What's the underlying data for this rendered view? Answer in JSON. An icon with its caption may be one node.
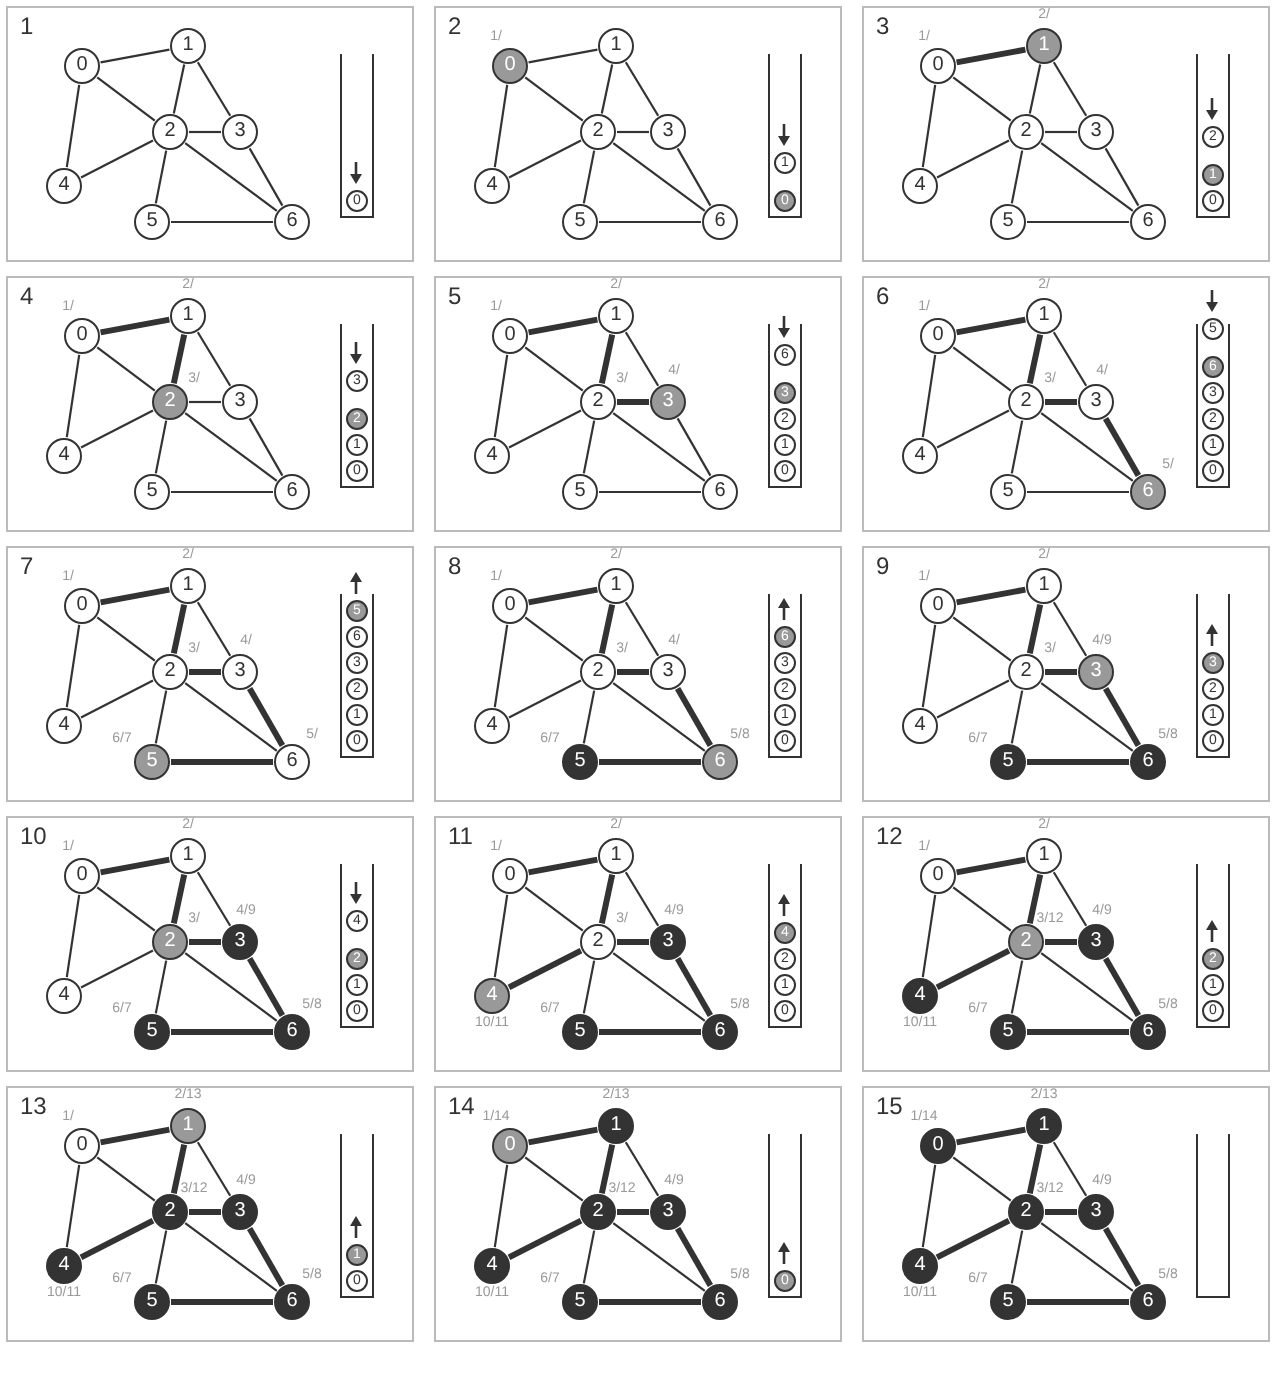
{
  "diagram": {
    "nodes": [
      {
        "text": [
          "1"
        ]
      },
      {
        "text": [
          "0"
        ],
        "in": 0
      },
      {
        "text": [
          "1"
        ],
        "in": 0
      },
      {
        "text": [
          "2"
        ],
        "in": 0
      },
      {
        "text": [
          "3"
        ],
        "in": 0
      },
      {
        "text": [
          "4"
        ],
        "in": 0
      },
      {
        "text": [
          "5"
        ],
        "in": 0
      },
      {
        "text": [
          "6"
        ],
        "in": 0
      },
      {
        "text": [],
        "shape": "box",
        "in": 0
      },
      {
        "text": [
          "0"
        ],
        "in": 8
      },
      {
        "text": [
          "2"
        ]
      },
      {
        "text": [
          "0"
        ],
        "in": 10,
        "beside": [
          "1/"
        ]
      },
      {
        "text": [
          "1"
        ],
        "in": 10
      },
      {
        "text": [
          "2"
        ],
        "in": 10
      },
      {
        "text": [
          "3"
        ],
        "in": 10
      },
      {
        "text": [
          "4"
        ],
        "in": 10
      },
      {
        "text": [
          "5"
        ],
        "in": 10
      },
      {
        "text": [
          "6"
        ],
        "in": 10
      },
      {
        "text": [],
        "shape": "box",
        "in": 10
      },
      {
        "text": [
          "1"
        ],
        "in": 18
      },
      {
        "text": [
          "0"
        ],
        "in": 18
      },
      {
        "text": [
          "3"
        ]
      },
      {
        "text": [
          "0"
        ],
        "in": 21,
        "beside": [
          "1/"
        ]
      },
      {
        "text": [
          "1"
        ],
        "in": 21,
        "beside": [
          "2/"
        ]
      },
      {
        "text": [
          "2"
        ],
        "in": 21
      },
      {
        "text": [
          "3"
        ],
        "in": 21
      },
      {
        "text": [
          "4"
        ],
        "in": 21
      },
      {
        "text": [
          "5"
        ],
        "in": 21
      },
      {
        "text": [
          "6"
        ],
        "in": 21
      },
      {
        "text": [],
        "shape": "box",
        "in": 21
      },
      {
        "text": [
          "2"
        ],
        "in": 29
      },
      {
        "text": [
          "1"
        ],
        "in": 29
      },
      {
        "text": [
          "0"
        ],
        "in": 29
      },
      {
        "text": [
          "4"
        ]
      },
      {
        "text": [
          "0"
        ],
        "in": 33,
        "beside": [
          "1/"
        ]
      },
      {
        "text": [
          "1"
        ],
        "in": 33,
        "beside": [
          "2/"
        ]
      },
      {
        "text": [
          "2"
        ],
        "in": 33,
        "beside": [
          "3/"
        ]
      },
      {
        "text": [
          "3"
        ],
        "in": 33
      },
      {
        "text": [
          "4"
        ],
        "in": 33
      },
      {
        "text": [
          "5"
        ],
        "in": 33
      },
      {
        "text": [
          "6"
        ],
        "in": 33
      },
      {
        "text": [],
        "shape": "box",
        "in": 33
      },
      {
        "text": [
          "3"
        ],
        "in": 41
      },
      {
        "text": [
          "2"
        ],
        "in": 41
      },
      {
        "text": [
          "1"
        ],
        "in": 41
      },
      {
        "text": [
          "0"
        ],
        "in": 41
      },
      {
        "text": [
          "5"
        ]
      },
      {
        "text": [
          "0"
        ],
        "in": 46,
        "beside": [
          "1/"
        ]
      },
      {
        "text": [
          "1"
        ],
        "in": 46,
        "beside": [
          "2/"
        ]
      },
      {
        "text": [
          "2"
        ],
        "in": 46,
        "beside": [
          "3/"
        ]
      },
      {
        "text": [
          "3"
        ],
        "in": 46,
        "beside": [
          "4/"
        ]
      },
      {
        "text": [
          "4"
        ],
        "in": 46
      },
      {
        "text": [
          "5"
        ],
        "in": 46
      },
      {
        "text": [
          "6"
        ],
        "in": 46
      },
      {
        "text": [],
        "shape": "box",
        "in": 46
      },
      {
        "text": [
          "6"
        ],
        "in": 54
      },
      {
        "text": [
          "3"
        ],
        "in": 54
      },
      {
        "text": [
          "2"
        ],
        "in": 54
      },
      {
        "text": [
          "1"
        ],
        "in": 54
      },
      {
        "text": [
          "0"
        ],
        "in": 54
      },
      {
        "text": [
          "6"
        ]
      },
      {
        "text": [
          "0"
        ],
        "in": 60,
        "beside": [
          "1/"
        ]
      },
      {
        "text": [
          "1"
        ],
        "in": 60,
        "beside": [
          "2/"
        ]
      },
      {
        "text": [
          "2"
        ],
        "in": 60,
        "beside": [
          "3/"
        ]
      },
      {
        "text": [
          "3"
        ],
        "in": 60,
        "beside": [
          "4/"
        ]
      },
      {
        "text": [
          "4"
        ],
        "in": 60
      },
      {
        "text": [
          "5"
        ],
        "in": 60
      },
      {
        "text": [
          "6"
        ],
        "in": 60,
        "beside": [
          "5/"
        ]
      },
      {
        "text": [],
        "shape": "box",
        "in": 60
      },
      {
        "text": [
          "5"
        ],
        "in": 68
      },
      {
        "text": [
          "6"
        ],
        "in": 68
      },
      {
        "text": [
          "3"
        ],
        "in": 68
      },
      {
        "text": [
          "2"
        ],
        "in": 68
      },
      {
        "text": [
          "1"
        ],
        "in": 68
      },
      {
        "text": [
          "0"
        ],
        "in": 68
      },
      {
        "text": [
          "7"
        ]
      },
      {
        "text": [
          "0"
        ],
        "in": 75,
        "beside": [
          "1/"
        ]
      },
      {
        "text": [
          "1"
        ],
        "in": 75,
        "beside": [
          "2/"
        ]
      },
      {
        "text": [
          "2"
        ],
        "in": 75,
        "beside": [
          "3/"
        ]
      },
      {
        "text": [
          "3"
        ],
        "in": 75,
        "beside": [
          "4/"
        ]
      },
      {
        "text": [
          "4"
        ],
        "in": 75
      },
      {
        "text": [
          "5"
        ],
        "in": 75,
        "beside": [
          "6/7"
        ]
      },
      {
        "text": [
          "6"
        ],
        "in": 75,
        "beside": [
          "5/"
        ]
      },
      {
        "text": [],
        "shape": "box",
        "in": 75
      },
      {
        "text": [
          "5"
        ],
        "in": 83
      },
      {
        "text": [
          "6"
        ],
        "in": 83
      },
      {
        "text": [
          "3"
        ],
        "in": 83
      },
      {
        "text": [
          "2"
        ],
        "in": 83
      },
      {
        "text": [
          "1"
        ],
        "in": 83
      },
      {
        "text": [
          "0"
        ],
        "in": 83
      },
      {
        "text": [
          "8"
        ]
      },
      {
        "text": [
          "0"
        ],
        "in": 90,
        "beside": [
          "1/"
        ]
      },
      {
        "text": [
          "1"
        ],
        "in": 90,
        "beside": [
          "2/"
        ]
      },
      {
        "text": [
          "2"
        ],
        "in": 90,
        "beside": [
          "3/"
        ]
      },
      {
        "text": [
          "3"
        ],
        "in": 90,
        "beside": [
          "4/"
        ]
      },
      {
        "text": [
          "4"
        ],
        "in": 90
      },
      {
        "text": [
          "5"
        ],
        "in": 90,
        "beside": [
          "6/7"
        ]
      },
      {
        "text": [
          "6"
        ],
        "in": 90,
        "beside": [
          "5/8"
        ]
      },
      {
        "text": [],
        "shape": "box",
        "in": 90
      },
      {
        "text": [
          "6"
        ],
        "in": 98
      },
      {
        "text": [
          "3"
        ],
        "in": 98
      },
      {
        "text": [
          "2"
        ],
        "in": 98
      },
      {
        "text": [
          "1"
        ],
        "in": 98
      },
      {
        "text": [
          "0"
        ],
        "in": 98
      },
      {
        "text": [
          "9"
        ]
      },
      {
        "text": [
          "0"
        ],
        "in": 104,
        "beside": [
          "1/"
        ]
      },
      {
        "text": [
          "1"
        ],
        "in": 104,
        "beside": [
          "2/"
        ]
      },
      {
        "text": [
          "2"
        ],
        "in": 104,
        "beside": [
          "3/"
        ]
      },
      {
        "text": [
          "3"
        ],
        "in": 104,
        "beside": [
          "4/9"
        ]
      },
      {
        "text": [
          "4"
        ],
        "in": 104
      },
      {
        "text": [
          "5"
        ],
        "in": 104,
        "beside": [
          "6/7"
        ]
      },
      {
        "text": [
          "6"
        ],
        "in": 104,
        "beside": [
          "5/8"
        ]
      },
      {
        "text": [],
        "shape": "box",
        "in": 104
      },
      {
        "text": [
          "3"
        ],
        "in": 112
      },
      {
        "text": [
          "2"
        ],
        "in": 112
      },
      {
        "text": [
          "1"
        ],
        "in": 112
      },
      {
        "text": [
          "0"
        ],
        "in": 112
      },
      {
        "text": [
          "10"
        ]
      },
      {
        "text": [
          "0"
        ],
        "in": 117,
        "beside": [
          "1/"
        ]
      },
      {
        "text": [
          "1"
        ],
        "in": 117,
        "beside": [
          "2/"
        ]
      },
      {
        "text": [
          "2"
        ],
        "in": 117,
        "beside": [
          "3/"
        ]
      },
      {
        "text": [
          "3"
        ],
        "in": 117,
        "beside": [
          "4/9"
        ]
      },
      {
        "text": [
          "4"
        ],
        "in": 117
      },
      {
        "text": [
          "5"
        ],
        "in": 117,
        "beside": [
          "6/7"
        ]
      },
      {
        "text": [
          "6"
        ],
        "in": 117,
        "beside": [
          "5/8"
        ]
      },
      {
        "text": [],
        "shape": "box",
        "in": 117
      },
      {
        "text": [
          "4"
        ],
        "in": 125
      },
      {
        "text": [
          "2"
        ],
        "in": 125
      },
      {
        "text": [
          "1"
        ],
        "in": 125
      },
      {
        "text": [
          "0"
        ],
        "in": 125
      },
      {
        "text": [
          "11"
        ]
      },
      {
        "text": [
          "0"
        ],
        "in": 130,
        "beside": [
          "1/"
        ]
      },
      {
        "text": [
          "1"
        ],
        "in": 130,
        "beside": [
          "2/"
        ]
      },
      {
        "text": [
          "2"
        ],
        "in": 130,
        "beside": [
          "3/"
        ]
      },
      {
        "text": [
          "3"
        ],
        "in": 130,
        "beside": [
          "4/9"
        ]
      },
      {
        "text": [
          "4"
        ],
        "in": 130,
        "beside": [
          "10/11"
        ]
      },
      {
        "text": [
          "5"
        ],
        "in": 130,
        "beside": [
          "6/7"
        ]
      },
      {
        "text": [
          "6"
        ],
        "in": 130,
        "beside": [
          "5/8"
        ]
      },
      {
        "text": [],
        "shape": "box",
        "in": 130
      },
      {
        "text": [
          "4"
        ],
        "in": 138
      },
      {
        "text": [
          "2"
        ],
        "in": 138
      },
      {
        "text": [
          "1"
        ],
        "in": 138
      },
      {
        "text": [
          "0"
        ],
        "in": 138
      },
      {
        "text": [
          "12"
        ]
      },
      {
        "text": [
          "0"
        ],
        "in": 143,
        "beside": [
          "1/"
        ]
      },
      {
        "text": [
          "1"
        ],
        "in": 143,
        "beside": [
          "2/"
        ]
      },
      {
        "text": [
          "2"
        ],
        "in": 143,
        "beside": [
          "3/12"
        ]
      },
      {
        "text": [
          "3"
        ],
        "in": 143,
        "beside": [
          "4/9"
        ]
      },
      {
        "text": [
          "4"
        ],
        "in": 143,
        "beside": [
          "10/11"
        ]
      },
      {
        "text": [
          "5"
        ],
        "in": 143,
        "beside": [
          "6/7"
        ]
      },
      {
        "text": [
          "6"
        ],
        "in": 143,
        "beside": [
          "5/8"
        ]
      },
      {
        "text": [],
        "shape": "box",
        "in": 143
      },
      {
        "text": [
          "2"
        ],
        "in": 151
      },
      {
        "text": [
          "1"
        ],
        "in": 151
      },
      {
        "text": [
          "0"
        ],
        "in": 151
      },
      {
        "text": [
          "13"
        ]
      },
      {
        "text": [
          "0"
        ],
        "in": 155,
        "beside": [
          "1/"
        ]
      },
      {
        "text": [
          "1"
        ],
        "in": 155,
        "beside": [
          "2/13"
        ]
      },
      {
        "text": [
          "2"
        ],
        "in": 155,
        "beside": [
          "3/12"
        ]
      },
      {
        "text": [
          "3"
        ],
        "in": 155,
        "beside": [
          "4/9"
        ]
      },
      {
        "text": [
          "4"
        ],
        "in": 155,
        "beside": [
          "10/11"
        ]
      },
      {
        "text": [
          "5"
        ],
        "in": 155,
        "beside": [
          "6/7"
        ]
      },
      {
        "text": [
          "6"
        ],
        "in": 155,
        "beside": [
          "5/8"
        ]
      },
      {
        "text": [],
        "shape": "box",
        "in": 155
      },
      {
        "text": [
          "1"
        ],
        "in": 163
      },
      {
        "text": [
          "0"
        ],
        "in": 163
      },
      {
        "text": [
          "14"
        ]
      },
      {
        "text": [
          "0"
        ],
        "in": 166,
        "beside": [
          "1/14"
        ]
      },
      {
        "text": [
          "1"
        ],
        "in": 166,
        "beside": [
          "2/13"
        ]
      },
      {
        "text": [
          "2"
        ],
        "in": 166,
        "beside": [
          "3/12"
        ]
      },
      {
        "text": [
          "3"
        ],
        "in": 166,
        "beside": [
          "4/9"
        ]
      },
      {
        "text": [
          "4"
        ],
        "in": 166,
        "beside": [
          "10/11"
        ]
      },
      {
        "text": [
          "5"
        ],
        "in": 166,
        "beside": [
          "6/7"
        ]
      },
      {
        "text": [
          "6"
        ],
        "in": 166,
        "beside": [
          "5/8"
        ]
      },
      {
        "text": [],
        "shape": "box",
        "in": 166
      },
      {
        "text": [
          "0"
        ],
        "in": 174
      },
      {
        "text": [
          "15"
        ]
      },
      {
        "text": [
          "0"
        ],
        "in": 176,
        "beside": [
          "1/14"
        ]
      },
      {
        "text": [
          "1"
        ],
        "in": 176,
        "beside": [
          "2/13"
        ]
      },
      {
        "text": [
          "2"
        ],
        "in": 176,
        "beside": [
          "3/12"
        ]
      },
      {
        "text": [
          "3"
        ],
        "in": 176,
        "beside": [
          "4/9"
        ]
      },
      {
        "text": [
          "4"
        ],
        "in": 176,
        "beside": [
          "10/11"
        ]
      },
      {
        "text": [
          "5"
        ],
        "in": 176,
        "beside": [
          "6/7"
        ]
      },
      {
        "text": [
          "6"
        ],
        "in": 176,
        "beside": [
          "5/8"
        ]
      },
      {
        "text": [],
        "shape": "box",
        "in": 176
      }
    ],
    "edges": [
      {
        "from": 1,
        "to": 2,
        "arrow": "none"
      },
      {
        "from": 1,
        "to": 3,
        "arrow": "none"
      },
      {
        "from": 1,
        "to": 5,
        "arrow": "none"
      },
      {
        "from": 2,
        "to": 3,
        "arrow": "none"
      },
      {
        "from": 2,
        "to": 4,
        "arrow": "none"
      },
      {
        "from": 3,
        "to": 4,
        "arrow": "none"
      },
      {
        "from": 3,
        "to": 5,
        "arrow": "none"
      },
      {
        "from": 3,
        "to": 6,
        "arrow": "none"
      },
      {
        "from": 3,
        "to": 7,
        "arrow": "none"
      },
      {
        "from": 4,
        "to": 7,
        "arrow": "none"
      },
      {
        "from": 6,
        "to": 7,
        "arrow": "none"
      },
      {
        "from": 11,
        "to": 12,
        "arrow": "none"
      },
      {
        "from": 11,
        "to": 13,
        "arrow": "none"
      },
      {
        "from": 11,
        "to": 15,
        "arrow": "none"
      },
      {
        "from": 12,
        "to": 13,
        "arrow": "none"
      },
      {
        "from": 12,
        "to": 14,
        "arrow": "none"
      },
      {
        "from": 13,
        "to": 14,
        "arrow": "none"
      },
      {
        "from": 13,
        "to": 15,
        "arrow": "none"
      },
      {
        "from": 13,
        "to": 16,
        "arrow": "none"
      },
      {
        "from": 13,
        "to": 17,
        "arrow": "none"
      },
      {
        "from": 14,
        "to": 17,
        "arrow": "none"
      },
      {
        "from": 16,
        "to": 17,
        "arrow": "none"
      },
      {
        "from": 22,
        "to": 23,
        "arrow": "none",
        "style": "thick"
      },
      {
        "from": 22,
        "to": 24,
        "arrow": "none"
      },
      {
        "from": 22,
        "to": 26,
        "arrow": "none"
      },
      {
        "from": 23,
        "to": 24,
        "arrow": "none"
      },
      {
        "from": 23,
        "to": 25,
        "arrow": "none"
      },
      {
        "from": 24,
        "to": 25,
        "arrow": "none"
      },
      {
        "from": 24,
        "to": 26,
        "arrow": "none"
      },
      {
        "from": 24,
        "to": 27,
        "arrow": "none"
      },
      {
        "from": 24,
        "to": 28,
        "arrow": "none"
      },
      {
        "from": 25,
        "to": 28,
        "arrow": "none"
      },
      {
        "from": 27,
        "to": 28,
        "arrow": "none"
      },
      {
        "from": 34,
        "to": 35,
        "arrow": "none",
        "style": "thick"
      },
      {
        "from": 34,
        "to": 36,
        "arrow": "none"
      },
      {
        "from": 34,
        "to": 38,
        "arrow": "none"
      },
      {
        "from": 35,
        "to": 36,
        "arrow": "none",
        "style": "thick"
      },
      {
        "from": 35,
        "to": 37,
        "arrow": "none"
      },
      {
        "from": 36,
        "to": 37,
        "arrow": "none"
      },
      {
        "from": 36,
        "to": 38,
        "arrow": "none"
      },
      {
        "from": 36,
        "to": 39,
        "arrow": "none"
      },
      {
        "from": 36,
        "to": 40,
        "arrow": "none"
      },
      {
        "from": 37,
        "to": 40,
        "arrow": "none"
      },
      {
        "from": 39,
        "to": 40,
        "arrow": "none"
      },
      {
        "from": 47,
        "to": 48,
        "arrow": "none",
        "style": "thick"
      },
      {
        "from": 47,
        "to": 49,
        "arrow": "none"
      },
      {
        "from": 47,
        "to": 51,
        "arrow": "none"
      },
      {
        "from": 48,
        "to": 49,
        "arrow": "none",
        "style": "thick"
      },
      {
        "from": 48,
        "to": 50,
        "arrow": "none"
      },
      {
        "from": 49,
        "to": 50,
        "arrow": "none",
        "style": "thick"
      },
      {
        "from": 49,
        "to": 51,
        "arrow": "none"
      },
      {
        "from": 49,
        "to": 52,
        "arrow": "none"
      },
      {
        "from": 49,
        "to": 53,
        "arrow": "none"
      },
      {
        "from": 50,
        "to": 53,
        "arrow": "none"
      },
      {
        "from": 52,
        "to": 53,
        "arrow": "none"
      },
      {
        "from": 61,
        "to": 62,
        "arrow": "none",
        "style": "thick"
      },
      {
        "from": 61,
        "to": 63,
        "arrow": "none"
      },
      {
        "from": 61,
        "to": 65,
        "arrow": "none"
      },
      {
        "from": 62,
        "to": 63,
        "arrow": "none",
        "style": "thick"
      },
      {
        "from": 62,
        "to": 64,
        "arrow": "none"
      },
      {
        "from": 63,
        "to": 64,
        "arrow": "none",
        "style": "thick"
      },
      {
        "from": 63,
        "to": 65,
        "arrow": "none"
      },
      {
        "from": 63,
        "to": 66,
        "arrow": "none"
      },
      {
        "from": 63,
        "to": 67,
        "arrow": "none"
      },
      {
        "from": 64,
        "to": 67,
        "arrow": "none",
        "style": "thick"
      },
      {
        "from": 66,
        "to": 67,
        "arrow": "none"
      },
      {
        "from": 76,
        "to": 77,
        "arrow": "none",
        "style": "thick"
      },
      {
        "from": 76,
        "to": 78,
        "arrow": "none"
      },
      {
        "from": 76,
        "to": 80,
        "arrow": "none"
      },
      {
        "from": 77,
        "to": 78,
        "arrow": "none",
        "style": "thick"
      },
      {
        "from": 77,
        "to": 79,
        "arrow": "none"
      },
      {
        "from": 78,
        "to": 79,
        "arrow": "none",
        "style": "thick"
      },
      {
        "from": 78,
        "to": 80,
        "arrow": "none"
      },
      {
        "from": 78,
        "to": 81,
        "arrow": "none"
      },
      {
        "from": 78,
        "to": 82,
        "arrow": "none"
      },
      {
        "from": 79,
        "to": 82,
        "arrow": "none",
        "style": "thick"
      },
      {
        "from": 81,
        "to": 82,
        "arrow": "none",
        "style": "thick"
      },
      {
        "from": 91,
        "to": 92,
        "arrow": "none",
        "style": "thick"
      },
      {
        "from": 91,
        "to": 93,
        "arrow": "none"
      },
      {
        "from": 91,
        "to": 95,
        "arrow": "none"
      },
      {
        "from": 92,
        "to": 93,
        "arrow": "none",
        "style": "thick"
      },
      {
        "from": 92,
        "to": 94,
        "arrow": "none"
      },
      {
        "from": 93,
        "to": 94,
        "arrow": "none",
        "style": "thick"
      },
      {
        "from": 93,
        "to": 95,
        "arrow": "none"
      },
      {
        "from": 93,
        "to": 96,
        "arrow": "none"
      },
      {
        "from": 93,
        "to": 97,
        "arrow": "none"
      },
      {
        "from": 94,
        "to": 97,
        "arrow": "none",
        "style": "thick"
      },
      {
        "from": 96,
        "to": 97,
        "arrow": "none",
        "style": "thick"
      },
      {
        "from": 105,
        "to": 106,
        "arrow": "none",
        "style": "thick"
      },
      {
        "from": 105,
        "to": 107,
        "arrow": "none"
      },
      {
        "from": 105,
        "to": 109,
        "arrow": "none"
      },
      {
        "from": 106,
        "to": 107,
        "arrow": "none",
        "style": "thick"
      },
      {
        "from": 106,
        "to": 108,
        "arrow": "none"
      },
      {
        "from": 107,
        "to": 108,
        "arrow": "none",
        "style": "thick"
      },
      {
        "from": 107,
        "to": 109,
        "arrow": "none"
      },
      {
        "from": 107,
        "to": 110,
        "arrow": "none"
      },
      {
        "from": 107,
        "to": 111,
        "arrow": "none"
      },
      {
        "from": 108,
        "to": 111,
        "arrow": "none",
        "style": "thick"
      },
      {
        "from": 110,
        "to": 111,
        "arrow": "none",
        "style": "thick"
      },
      {
        "from": 118,
        "to": 119,
        "arrow": "none",
        "style": "thick"
      },
      {
        "from": 118,
        "to": 120,
        "arrow": "none"
      },
      {
        "from": 118,
        "to": 122,
        "arrow": "none"
      },
      {
        "from": 119,
        "to": 120,
        "arrow": "none",
        "style": "thick"
      },
      {
        "from": 119,
        "to": 121,
        "arrow": "none"
      },
      {
        "from": 120,
        "to": 121,
        "arrow": "none",
        "style": "thick"
      },
      {
        "from": 120,
        "to": 122,
        "arrow": "none"
      },
      {
        "from": 120,
        "to": 123,
        "arrow": "none"
      },
      {
        "from": 120,
        "to": 124,
        "arrow": "none"
      },
      {
        "from": 121,
        "to": 124,
        "arrow": "none",
        "style": "thick"
      },
      {
        "from": 123,
        "to": 124,
        "arrow": "none",
        "style": "thick"
      },
      {
        "from": 131,
        "to": 132,
        "arrow": "none",
        "style": "thick"
      },
      {
        "from": 131,
        "to": 133,
        "arrow": "none"
      },
      {
        "from": 131,
        "to": 135,
        "arrow": "none"
      },
      {
        "from": 132,
        "to": 133,
        "arrow": "none",
        "style": "thick"
      },
      {
        "from": 132,
        "to": 134,
        "arrow": "none"
      },
      {
        "from": 133,
        "to": 134,
        "arrow": "none",
        "style": "thick"
      },
      {
        "from": 133,
        "to": 135,
        "arrow": "none",
        "style": "thick"
      },
      {
        "from": 133,
        "to": 136,
        "arrow": "none"
      },
      {
        "from": 133,
        "to": 137,
        "arrow": "none"
      },
      {
        "from": 134,
        "to": 137,
        "arrow": "none",
        "style": "thick"
      },
      {
        "from": 136,
        "to": 137,
        "arrow": "none",
        "style": "thick"
      },
      {
        "from": 144,
        "to": 145,
        "arrow": "none",
        "style": "thick"
      },
      {
        "from": 144,
        "to": 146,
        "arrow": "none"
      },
      {
        "from": 144,
        "to": 148,
        "arrow": "none"
      },
      {
        "from": 145,
        "to": 146,
        "arrow": "none",
        "style": "thick"
      },
      {
        "from": 145,
        "to": 147,
        "arrow": "none"
      },
      {
        "from": 146,
        "to": 147,
        "arrow": "none",
        "style": "thick"
      },
      {
        "from": 146,
        "to": 148,
        "arrow": "none",
        "style": "thick"
      },
      {
        "from": 146,
        "to": 149,
        "arrow": "none"
      },
      {
        "from": 146,
        "to": 150,
        "arrow": "none"
      },
      {
        "from": 147,
        "to": 150,
        "arrow": "none",
        "style": "thick"
      },
      {
        "from": 149,
        "to": 150,
        "arrow": "none",
        "style": "thick"
      },
      {
        "from": 156,
        "to": 157,
        "arrow": "none",
        "style": "thick"
      },
      {
        "from": 156,
        "to": 158,
        "arrow": "none"
      },
      {
        "from": 156,
        "to": 160,
        "arrow": "none"
      },
      {
        "from": 157,
        "to": 158,
        "arrow": "none",
        "style": "thick"
      },
      {
        "from": 157,
        "to": 159,
        "arrow": "none"
      },
      {
        "from": 158,
        "to": 159,
        "arrow": "none",
        "style": "thick"
      },
      {
        "from": 158,
        "to": 160,
        "arrow": "none",
        "style": "thick"
      },
      {
        "from": 158,
        "to": 161,
        "arrow": "none"
      },
      {
        "from": 158,
        "to": 162,
        "arrow": "none"
      },
      {
        "from": 159,
        "to": 162,
        "arrow": "none",
        "style": "thick"
      },
      {
        "from": 161,
        "to": 162,
        "arrow": "none",
        "style": "thick"
      },
      {
        "from": 167,
        "to": 168,
        "arrow": "none",
        "style": "thick"
      },
      {
        "from": 167,
        "to": 169,
        "arrow": "none"
      },
      {
        "from": 167,
        "to": 171,
        "arrow": "none"
      },
      {
        "from": 168,
        "to": 169,
        "arrow": "none",
        "style": "thick"
      },
      {
        "from": 168,
        "to": 170,
        "arrow": "none"
      },
      {
        "from": 169,
        "to": 170,
        "arrow": "none",
        "style": "thick"
      },
      {
        "from": 169,
        "to": 171,
        "arrow": "none",
        "style": "thick"
      },
      {
        "from": 169,
        "to": 172,
        "arrow": "none"
      },
      {
        "from": 169,
        "to": 173,
        "arrow": "none"
      },
      {
        "from": 170,
        "to": 173,
        "arrow": "none",
        "style": "thick"
      },
      {
        "from": 172,
        "to": 173,
        "arrow": "none",
        "style": "thick"
      },
      {
        "from": 177,
        "to": 178,
        "arrow": "none",
        "style": "thick"
      },
      {
        "from": 177,
        "to": 179,
        "arrow": "none"
      },
      {
        "from": 177,
        "to": 181,
        "arrow": "none"
      },
      {
        "from": 178,
        "to": 179,
        "arrow": "none",
        "style": "thick"
      },
      {
        "from": 178,
        "to": 180,
        "arrow": "none"
      },
      {
        "from": 179,
        "to": 180,
        "arrow": "none",
        "style": "thick"
      },
      {
        "from": 179,
        "to": 181,
        "arrow": "none",
        "style": "thick"
      },
      {
        "from": 179,
        "to": 182,
        "arrow": "none"
      },
      {
        "from": 179,
        "to": 183,
        "arrow": "none"
      },
      {
        "from": 180,
        "to": 183,
        "arrow": "none",
        "style": "thick"
      },
      {
        "from": 182,
        "to": 183,
        "arrow": "none",
        "style": "thick"
      }
    ]
  }
}
